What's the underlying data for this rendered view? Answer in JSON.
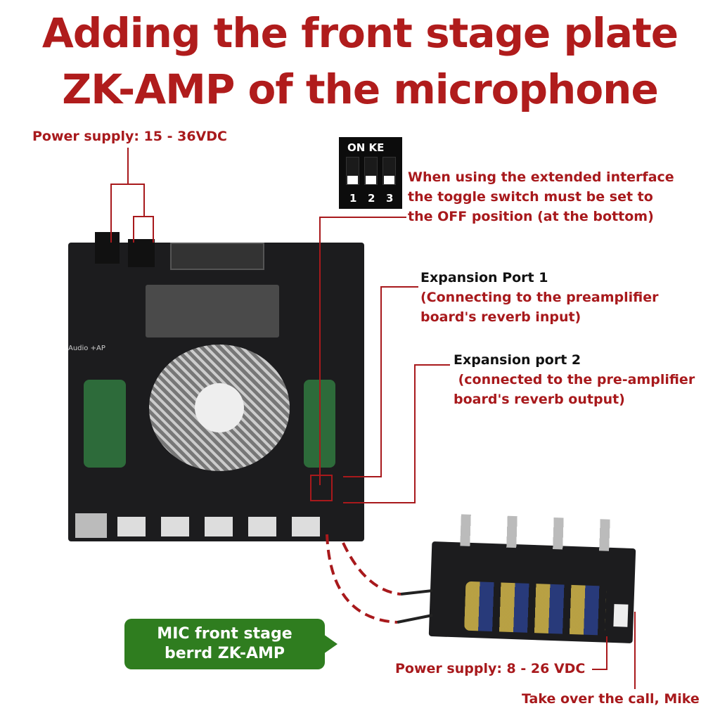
{
  "title": {
    "line1": "Adding the front stage plate",
    "line2": "ZK-AMP of the microphone"
  },
  "main_power": "Power supply: 15 - 36VDC",
  "dip_switch": {
    "top_label": "ON KE",
    "numbers": [
      "1",
      "2",
      "3"
    ]
  },
  "dip_note": [
    "When using the extended interface",
    "the toggle switch must be set to",
    "the OFF position (at the bottom)"
  ],
  "expansion_port_1": {
    "title": "Expansion Port 1",
    "desc": [
      "(Connecting to the preamplifier",
      "board's reverb input)"
    ]
  },
  "expansion_port_2": {
    "title": "Expansion port 2",
    "desc": [
      " (connected to the pre-amplifier",
      "board's reverb output)"
    ]
  },
  "board_silkscreen": "Audio +AP",
  "callout": {
    "line1": "MIC front stage",
    "line2": "berrd ZK-AMP"
  },
  "preamp_power": "Power supply: 8 - 26 VDC",
  "mic_input": "Take over the call, Mike",
  "colors": {
    "accent_red": "#a8191c",
    "callout_green": "#2f7d1f",
    "board": "#1c1c1e"
  }
}
